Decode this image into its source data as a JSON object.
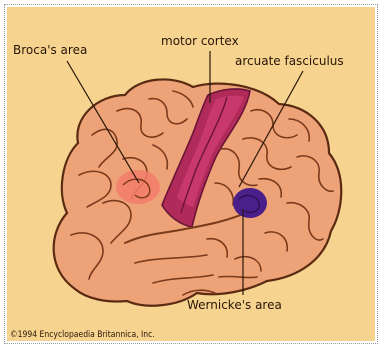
{
  "diagram": {
    "labels": {
      "broca": "Broca's area",
      "motor": "motor cortex",
      "arcuate": "arcuate fasciculus",
      "wernicke": "Wernicke's area"
    },
    "copyright": "©1994 Encyclopaedia Britannica, Inc."
  },
  "colors": {
    "panel": "#f6d48f",
    "brain": "#eda377",
    "brain_outline": "#5a2a12",
    "sulci": "#7a3a1c",
    "motor_cortex": "#b02a5a",
    "motor_cortex_highlight": "#d23d72",
    "broca": "#f37d6a",
    "wernicke": "#4b1f8a",
    "leader_lines": "#2a1608"
  }
}
